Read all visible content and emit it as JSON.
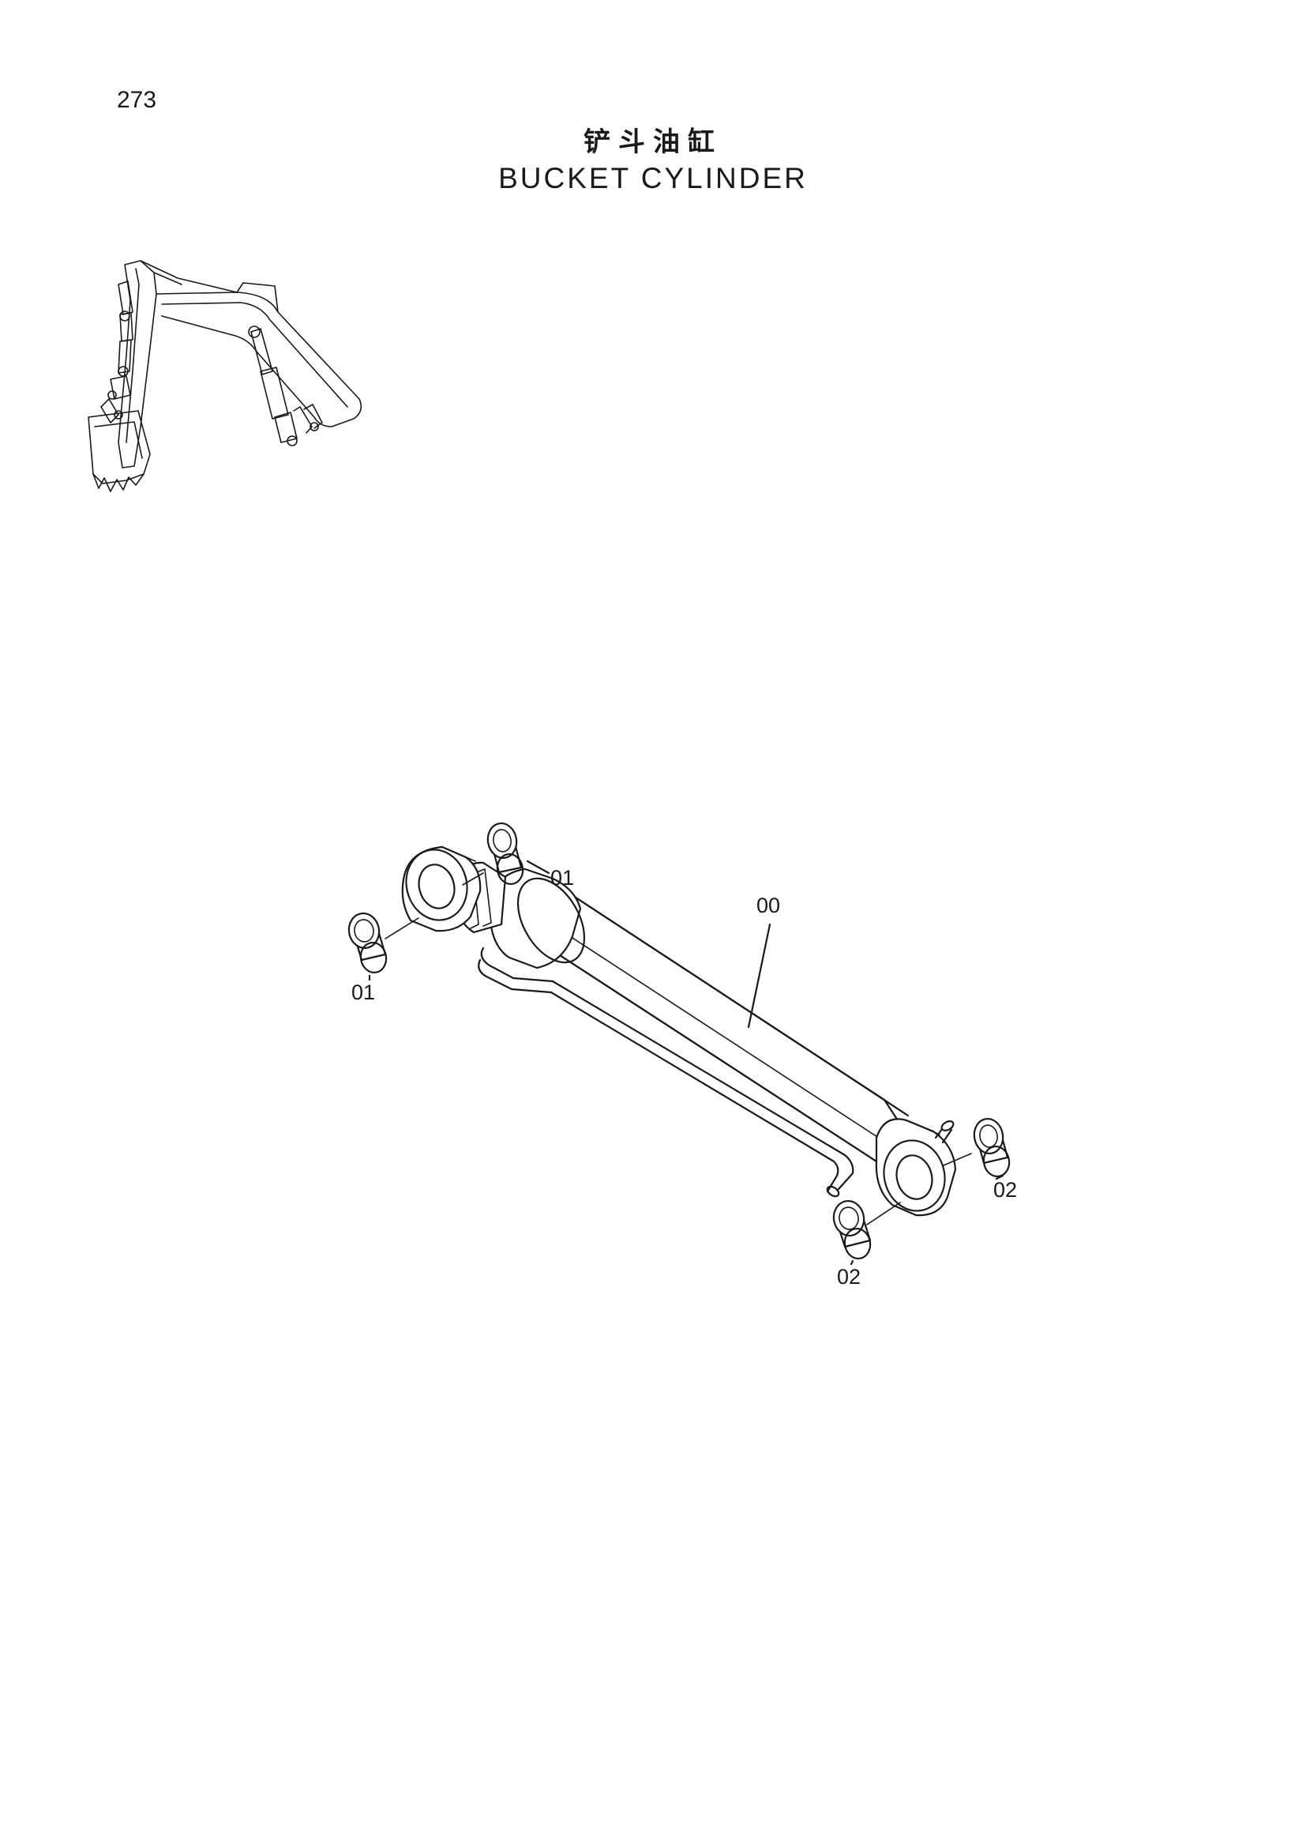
{
  "page": {
    "number": "273"
  },
  "title": {
    "cn": "铲斗油缸",
    "en": "BUCKET CYLINDER"
  },
  "callouts": {
    "cylinder_assembly": "00",
    "bushing_head_top": "01",
    "bushing_head_left": "01",
    "bushing_rod_right": "02",
    "bushing_rod_bottom": "02"
  },
  "colors": {
    "line": "#1a1a1a",
    "background": "#ffffff"
  }
}
